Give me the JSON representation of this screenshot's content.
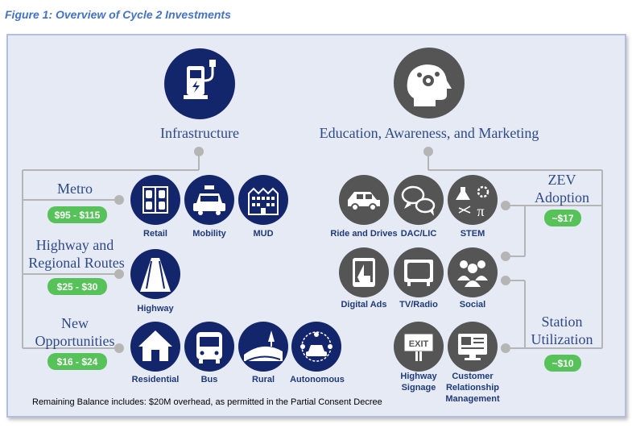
{
  "caption": "Figure 1: Overview of Cycle 2 Investments",
  "colors": {
    "navy": "#14266b",
    "gray": "#555555",
    "green": "#58c25a",
    "line": "#b5b5b5",
    "title": "#2e4a86"
  },
  "infrastructure": {
    "title": "Infrastructure",
    "icon": "ev-charger-icon",
    "groups": [
      {
        "name": "Metro",
        "amount": "$95 - $115",
        "items": [
          {
            "label": "Retail",
            "icon": "parking-lot-icon"
          },
          {
            "label": "Mobility",
            "icon": "taxi-icon"
          },
          {
            "label": "MUD",
            "icon": "apartment-building-icon"
          }
        ]
      },
      {
        "name_line1": "Highway and",
        "name_line2": "Regional Routes",
        "amount": "$25 - $30",
        "items": [
          {
            "label": "Highway",
            "icon": "highway-road-icon"
          }
        ]
      },
      {
        "name_line1": "New",
        "name_line2": "Opportunities",
        "amount": "$16 - $24",
        "items": [
          {
            "label": "Residential",
            "icon": "house-icon"
          },
          {
            "label": "Bus",
            "icon": "bus-icon"
          },
          {
            "label": "Rural",
            "icon": "rural-landscape-icon"
          },
          {
            "label": "Autonomous",
            "icon": "autonomous-vehicle-icon"
          }
        ]
      }
    ]
  },
  "education": {
    "title": "Education, Awareness, and Marketing",
    "icon": "head-gears-icon",
    "zev": {
      "line1": "ZEV",
      "line2": "Adoption",
      "amount": "~$17"
    },
    "station": {
      "line1": "Station",
      "line2": "Utilization",
      "amount": "~$10"
    },
    "items": [
      {
        "label": "Ride and Drives",
        "icon": "car-icon"
      },
      {
        "label": "DAC/LIC",
        "icon": "chat-bubbles-icon"
      },
      {
        "label": "STEM",
        "icon": "science-icon"
      },
      {
        "label": "Digital Ads",
        "icon": "tablet-touch-icon"
      },
      {
        "label": "TV/Radio",
        "icon": "television-icon"
      },
      {
        "label": "Social",
        "icon": "people-group-icon"
      },
      {
        "label_line1": "Highway",
        "label_line2": "Signage",
        "icon": "exit-sign-icon",
        "sign_text": "EXIT"
      },
      {
        "label_line1": "Customer",
        "label_line2": "Relationship",
        "label_line3": "Management",
        "icon": "computer-monitor-icon"
      }
    ]
  },
  "note": "Remaining Balance includes: $20M overhead, as permitted in the Partial Consent Decree"
}
